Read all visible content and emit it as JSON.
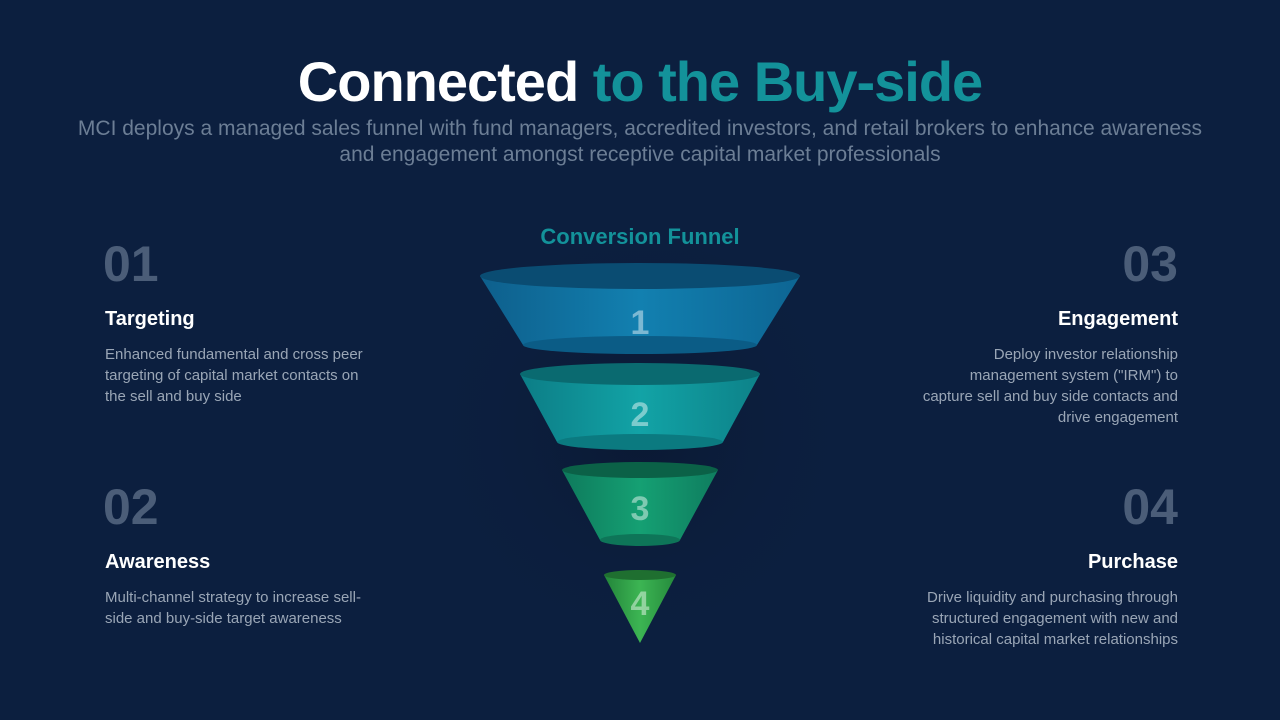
{
  "header": {
    "title_part1": "Connected",
    "title_part2": "to the Buy-side",
    "subtitle": "MCI deploys a managed sales funnel with fund managers, accredited investors, and retail brokers to enhance awareness and engagement amongst receptive capital market professionals"
  },
  "funnel": {
    "title": "Conversion Funnel",
    "levels": [
      {
        "label": "1",
        "color": "#0e6f9c"
      },
      {
        "label": "2",
        "color": "#0f8e93"
      },
      {
        "label": "3",
        "color": "#12896a"
      },
      {
        "label": "4",
        "color": "#2e9a45"
      }
    ]
  },
  "steps": [
    {
      "number": "01",
      "title": "Targeting",
      "text": "Enhanced fundamental and cross peer targeting of capital market contacts on the sell and buy side"
    },
    {
      "number": "02",
      "title": "Awareness",
      "text": "Multi-channel strategy to increase sell-side and buy-side target awareness"
    },
    {
      "number": "03",
      "title": "Engagement",
      "text": "Deploy investor relationship management system (\"IRM\") to capture sell and buy side contacts and drive engagement"
    },
    {
      "number": "04",
      "title": "Purchase",
      "text": "Drive liquidity and purchasing through structured engagement with new and historical capital market relationships"
    }
  ],
  "colors": {
    "background": "#0c1f3f",
    "accent": "#13929a",
    "muted_number": "#4b5d78"
  }
}
